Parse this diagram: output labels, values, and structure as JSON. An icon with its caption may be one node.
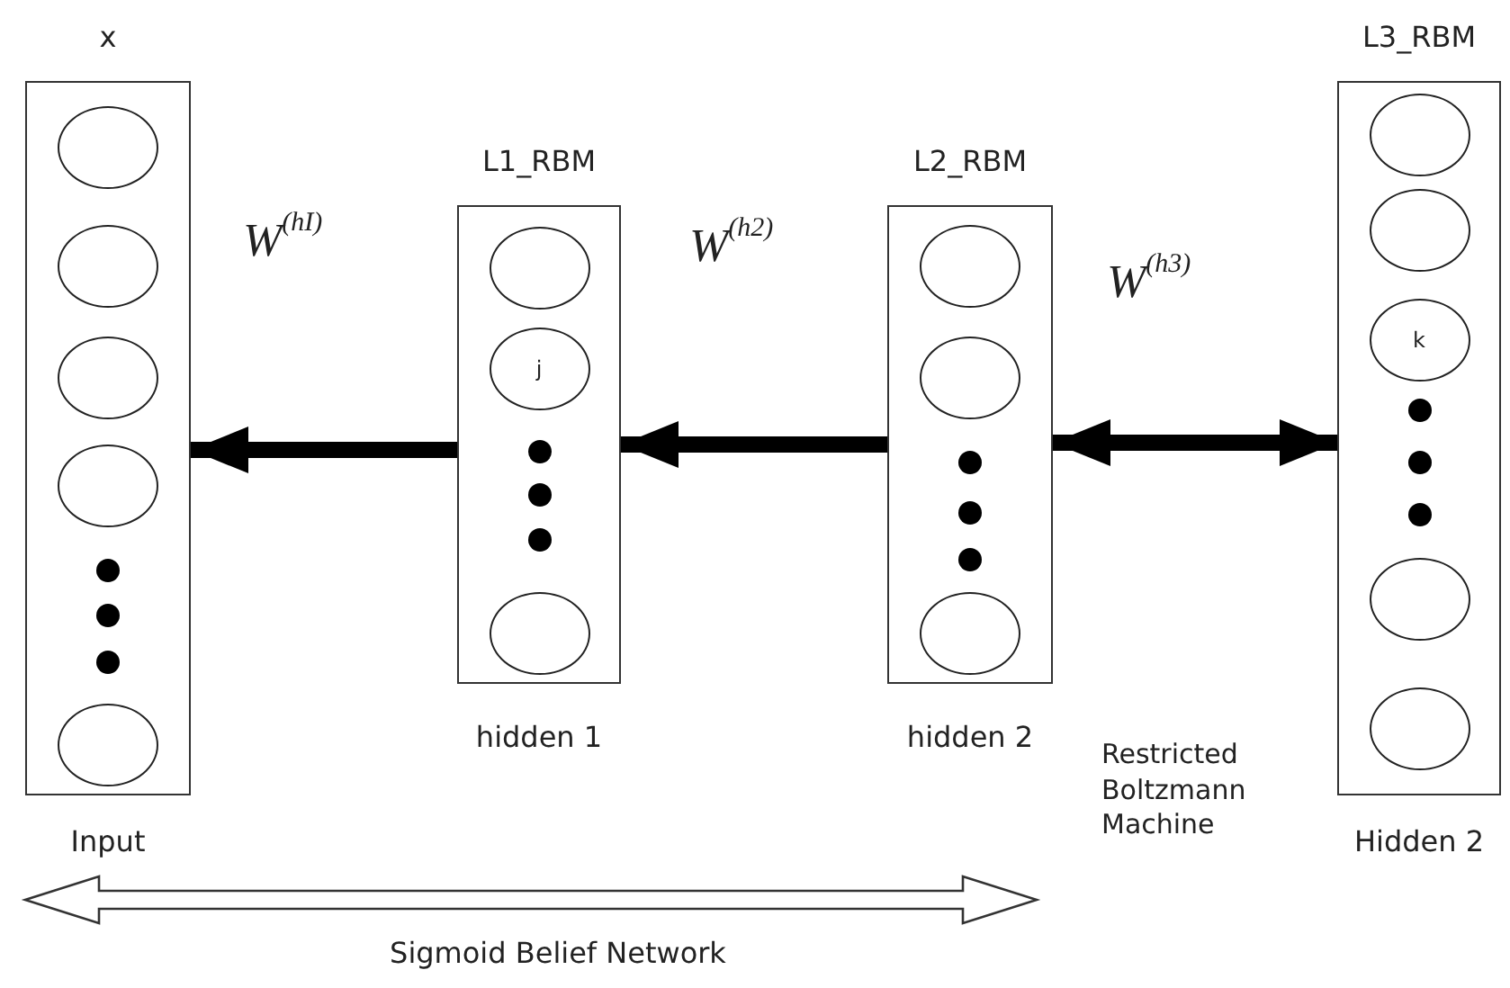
{
  "diagram": {
    "nodes": [
      {
        "text": [
          "x"
        ],
        "beside": [
          "Input"
        ]
      },
      {
        "text": [],
        "shape": "circle",
        "in": 0
      },
      {
        "text": [],
        "shape": "circle",
        "in": 0
      },
      {
        "text": [],
        "shape": "circle",
        "in": 0
      },
      {
        "text": [],
        "shape": "circle",
        "in": 0
      },
      {
        "text": [],
        "shape": "circle",
        "in": 0
      },
      {
        "text": [
          "L1_RBM"
        ],
        "beside": [
          "hidden 1"
        ]
      },
      {
        "text": [],
        "shape": "circle",
        "in": 6
      },
      {
        "text": [
          "j"
        ],
        "in": 6
      },
      {
        "text": [],
        "shape": "circle",
        "in": 6
      },
      {
        "text": [
          "L2_RBM"
        ],
        "beside": [
          "hidden 2"
        ]
      },
      {
        "text": [],
        "shape": "circle",
        "in": 10
      },
      {
        "text": [],
        "shape": "circle",
        "in": 10
      },
      {
        "text": [],
        "shape": "circle",
        "in": 10
      },
      {
        "text": [
          "L3_RBM"
        ],
        "beside": [
          "Hidden 2"
        ]
      },
      {
        "text": [],
        "shape": "circle",
        "in": 14
      },
      {
        "text": [],
        "shape": "circle",
        "in": 14
      },
      {
        "text": [
          "k"
        ],
        "in": 14
      },
      {
        "text": [],
        "shape": "circle",
        "in": 14
      },
      {
        "text": [],
        "shape": "circle",
        "in": 14
      }
    ],
    "edges": [
      {
        "from": 6,
        "to": 0,
        "arrow": "to"
      },
      {
        "from": 10,
        "to": 6,
        "arrow": "to"
      },
      {
        "from": 10,
        "to": 14,
        "arrow": "both"
      }
    ],
    "labels": [
      "W$^{(hI)}$",
      "W$^{(h2)}$",
      "W$^{(h3)}$",
      "Restricted Boltzmann Machine",
      "Sigmoid Belief Network"
    ]
  }
}
